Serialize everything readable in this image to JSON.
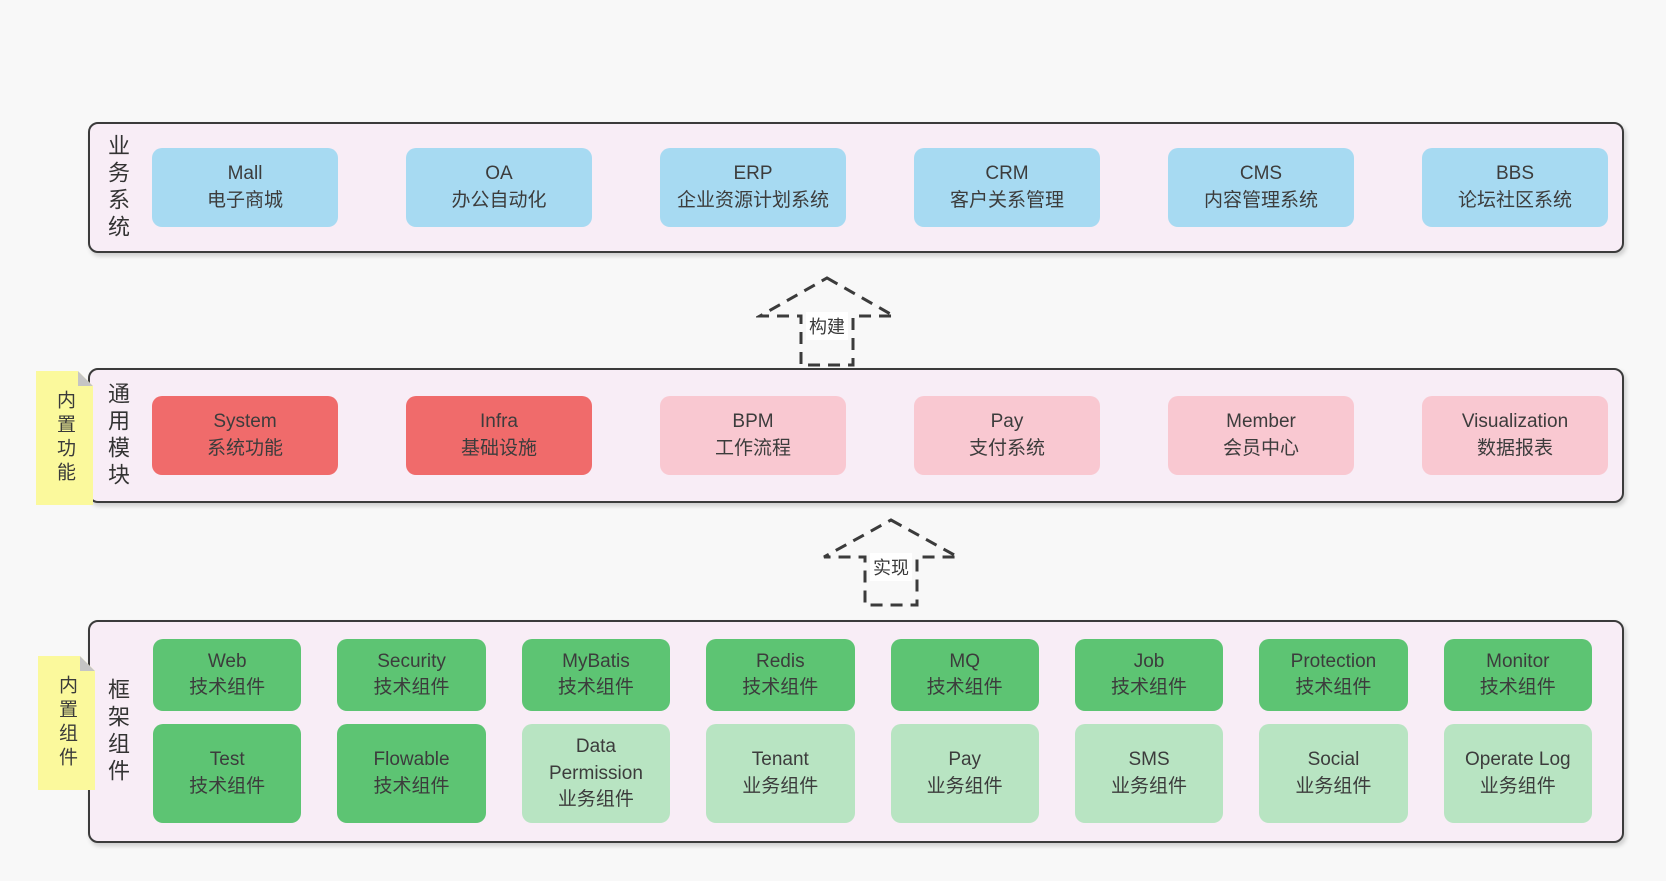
{
  "bands": [
    {
      "label": "业务系统",
      "boxes": [
        {
          "title": "Mall",
          "subtitle": "电子商城"
        },
        {
          "title": "OA",
          "subtitle": "办公自动化"
        },
        {
          "title": "ERP",
          "subtitle": "企业资源计划系统"
        },
        {
          "title": "CRM",
          "subtitle": "客户关系管理"
        },
        {
          "title": "CMS",
          "subtitle": "内容管理系统"
        },
        {
          "title": "BBS",
          "subtitle": "论坛社区系统"
        }
      ]
    },
    {
      "label": "通用模块",
      "sticky": "内置功能",
      "boxes": [
        {
          "title": "System",
          "subtitle": "系统功能"
        },
        {
          "title": "Infra",
          "subtitle": "基础设施"
        },
        {
          "title": "BPM",
          "subtitle": "工作流程"
        },
        {
          "title": "Pay",
          "subtitle": "支付系统"
        },
        {
          "title": "Member",
          "subtitle": "会员中心"
        },
        {
          "title": "Visualization",
          "subtitle": "数据报表"
        }
      ]
    },
    {
      "label": "框架组件",
      "sticky": "内置组件",
      "row1": [
        {
          "title": "Web",
          "subtitle": "技术组件"
        },
        {
          "title": "Security",
          "subtitle": "技术组件"
        },
        {
          "title": "MyBatis",
          "subtitle": "技术组件"
        },
        {
          "title": "Redis",
          "subtitle": "技术组件"
        },
        {
          "title": "MQ",
          "subtitle": "技术组件"
        },
        {
          "title": "Job",
          "subtitle": "技术组件"
        },
        {
          "title": "Protection",
          "subtitle": "技术组件"
        },
        {
          "title": "Monitor",
          "subtitle": "技术组件"
        }
      ],
      "row2": [
        {
          "title": "Test",
          "subtitle": "技术组件"
        },
        {
          "title": "Flowable",
          "subtitle": "技术组件"
        },
        {
          "title": "Data Permission",
          "subtitle": "业务组件"
        },
        {
          "title": "Tenant",
          "subtitle": "业务组件"
        },
        {
          "title": "Pay",
          "subtitle": "业务组件"
        },
        {
          "title": "SMS",
          "subtitle": "业务组件"
        },
        {
          "title": "Social",
          "subtitle": "业务组件"
        },
        {
          "title": "Operate Log",
          "subtitle": "业务组件"
        }
      ]
    }
  ],
  "arrows": [
    {
      "label": "构建"
    },
    {
      "label": "实现"
    }
  ],
  "colors": {
    "page_bg": "#f8f8f8",
    "band_bg": "#f8edf6",
    "outline": "#3b3b3b",
    "blue_box": "#a7daf2",
    "red_box": "#f06b6b",
    "pink_box": "#f9c8d1",
    "green_box": "#5dc473",
    "light_green_box": "#b8e4c2",
    "sticky_yellow": "#fbf99c",
    "sticky_fold_gray": "#c5c5c5",
    "text": "#3a3a3a"
  }
}
